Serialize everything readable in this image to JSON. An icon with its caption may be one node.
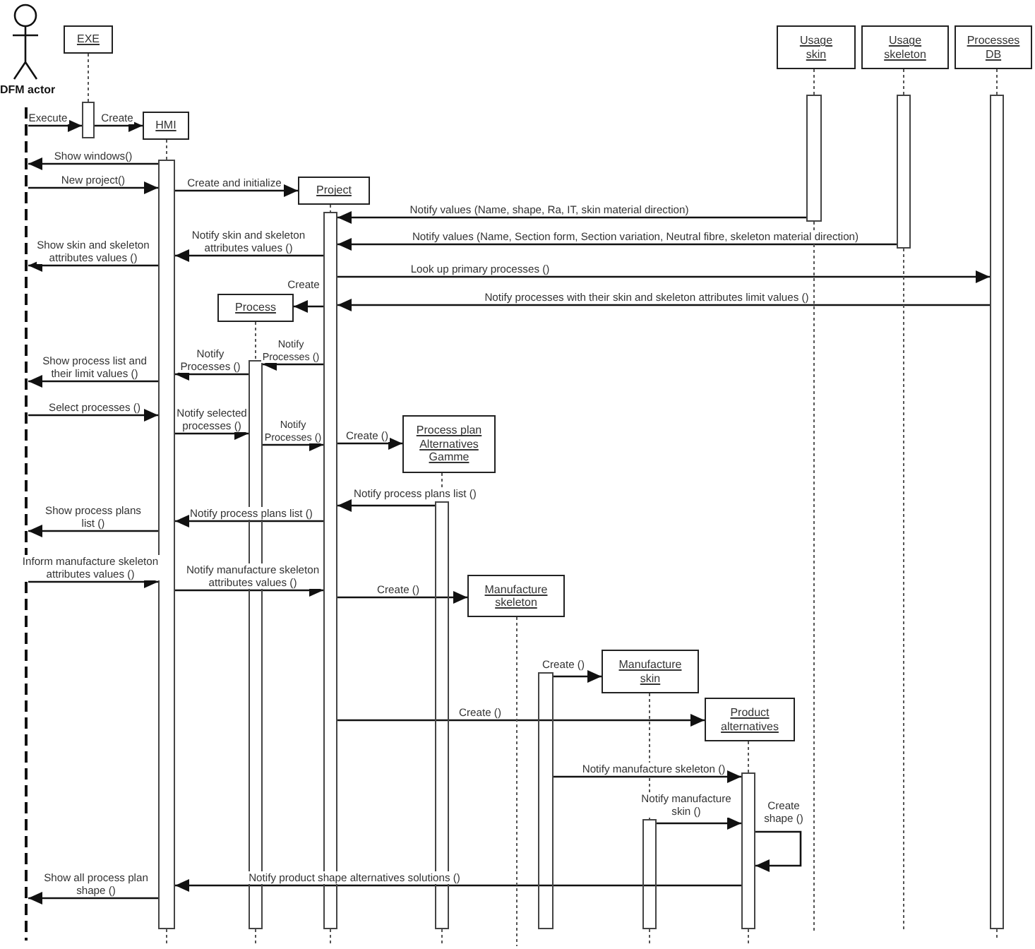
{
  "diagram": {
    "nodes": [
      {
        "text": [
          "DFM actor"
        ]
      },
      {
        "text": [
          "EXE"
        ]
      },
      {
        "text": [
          "Usage skin"
        ]
      },
      {
        "text": [
          "Usage skeleton"
        ]
      },
      {
        "text": [
          "Processes DB"
        ]
      },
      {
        "text": [
          "HMI"
        ]
      },
      {
        "text": [
          "Project"
        ]
      },
      {
        "text": [
          "Process"
        ]
      },
      {
        "text": [
          "Process plan Alternatives Gamme"
        ]
      },
      {
        "text": [
          "Manufacture skeleton"
        ]
      },
      {
        "text": [
          "Manufacture skin"
        ]
      },
      {
        "text": [
          "Product alternatives"
        ]
      },
      {
        "text": [],
        "shape": "line"
      },
      {
        "text": [],
        "shape": "bar"
      },
      {
        "text": [],
        "shape": "bar"
      },
      {
        "text": [],
        "shape": "bar"
      },
      {
        "text": [],
        "shape": "bar"
      },
      {
        "text": [],
        "shape": "bar"
      },
      {
        "text": [],
        "shape": "bar"
      },
      {
        "text": [],
        "shape": "bar"
      },
      {
        "text": [],
        "shape": "bar"
      },
      {
        "text": [],
        "shape": "bar"
      },
      {
        "text": [],
        "shape": "bar"
      },
      {
        "text": [],
        "shape": "bar"
      }
    ],
    "edges": [
      {
        "from": 12,
        "to": 13,
        "arrow": "to",
        "label": "Execute"
      },
      {
        "from": 13,
        "to": 5,
        "arrow": "to",
        "label": "Create"
      },
      {
        "from": 14,
        "to": 12,
        "arrow": "to",
        "label": "Show windows()"
      },
      {
        "from": 12,
        "to": 14,
        "arrow": "to",
        "label": "New project()"
      },
      {
        "from": 14,
        "to": 6,
        "arrow": "to",
        "label": "Create and initialize"
      },
      {
        "from": 21,
        "to": 16,
        "arrow": "to",
        "label": "Notify values (Name, shape, Ra, IT, skin material direction)"
      },
      {
        "from": 22,
        "to": 16,
        "arrow": "to",
        "label": "Notify values (Name, Section form, Section variation, Neutral fibre, skeleton material direction)"
      },
      {
        "from": 16,
        "to": 14,
        "arrow": "to",
        "label": "Notify skin and skeleton attributes values ()"
      },
      {
        "from": 14,
        "to": 12,
        "arrow": "to",
        "label": "Show skin and skeleton attributes values ()"
      },
      {
        "from": 16,
        "to": 23,
        "arrow": "to",
        "label": "Look up primary processes ()"
      },
      {
        "from": 16,
        "to": 7,
        "arrow": "to",
        "label": "Create"
      },
      {
        "from": 23,
        "to": 16,
        "arrow": "to",
        "label": "Notify processes with their skin and skeleton attributes limit values ()"
      },
      {
        "from": 16,
        "to": 15,
        "arrow": "to",
        "label": "Notify Processes ()"
      },
      {
        "from": 15,
        "to": 14,
        "arrow": "to",
        "label": "Notify Processes ()"
      },
      {
        "from": 14,
        "to": 12,
        "arrow": "to",
        "label": "Show process list and their limit values ()"
      },
      {
        "from": 12,
        "to": 14,
        "arrow": "to",
        "label": "Select processes ()"
      },
      {
        "from": 14,
        "to": 15,
        "arrow": "to",
        "label": "Notify selected processes ()"
      },
      {
        "from": 15,
        "to": 16,
        "arrow": "to",
        "label": "Notify Processes ()"
      },
      {
        "from": 16,
        "to": 8,
        "arrow": "to",
        "label": "Create ()"
      },
      {
        "from": 17,
        "to": 16,
        "arrow": "to",
        "label": "Notify process plans list ()"
      },
      {
        "from": 16,
        "to": 14,
        "arrow": "to",
        "label": "Notify process plans list ()"
      },
      {
        "from": 14,
        "to": 12,
        "arrow": "to",
        "label": "Show process plans list ()"
      },
      {
        "from": 12,
        "to": 14,
        "arrow": "to",
        "label": "Inform manufacture skeleton attributes values ()"
      },
      {
        "from": 14,
        "to": 16,
        "arrow": "to",
        "label": "Notify manufacture skeleton attributes values ()"
      },
      {
        "from": 16,
        "to": 9,
        "arrow": "to",
        "label": "Create ()"
      },
      {
        "from": 18,
        "to": 10,
        "arrow": "to",
        "label": "Create ()"
      },
      {
        "from": 16,
        "to": 11,
        "arrow": "to",
        "label": "Create ()"
      },
      {
        "from": 18,
        "to": 20,
        "arrow": "to",
        "label": "Notify manufacture skeleton ()"
      },
      {
        "from": 19,
        "to": 20,
        "arrow": "to",
        "label": "Notify manufacture skin ()"
      },
      {
        "from": 20,
        "to": 20,
        "arrow": "to",
        "label": "Create shape ()"
      },
      {
        "from": 20,
        "to": 14,
        "arrow": "to",
        "label": "Notify product shape alternatives solutions ()"
      },
      {
        "from": 14,
        "to": 12,
        "arrow": "to",
        "label": "Show all process plan shape ()"
      },
      {
        "from": 1,
        "to": 13,
        "arrow": "none",
        "style": "dashed"
      },
      {
        "from": 5,
        "to": 14,
        "arrow": "none",
        "style": "dashed"
      },
      {
        "from": 6,
        "to": 16,
        "arrow": "none",
        "style": "dashed"
      },
      {
        "from": 7,
        "to": 15,
        "arrow": "none",
        "style": "dashed"
      },
      {
        "from": 8,
        "to": 17,
        "arrow": "none",
        "style": "dashed"
      },
      {
        "from": 9,
        "to": null,
        "arrow": "none",
        "style": "dashed"
      },
      {
        "from": 10,
        "to": 19,
        "arrow": "none",
        "style": "dashed"
      },
      {
        "from": 11,
        "to": 20,
        "arrow": "none",
        "style": "dashed"
      },
      {
        "from": 2,
        "to": 21,
        "arrow": "none",
        "style": "dashed"
      },
      {
        "from": 3,
        "to": 22,
        "arrow": "none",
        "style": "dashed"
      },
      {
        "from": 4,
        "to": 23,
        "arrow": "none",
        "style": "dashed"
      },
      {
        "from": 14,
        "to": null,
        "arrow": "none",
        "style": "dashed"
      },
      {
        "from": 15,
        "to": null,
        "arrow": "none",
        "style": "dashed"
      },
      {
        "from": 16,
        "to": null,
        "arrow": "none",
        "style": "dashed"
      },
      {
        "from": 17,
        "to": null,
        "arrow": "none",
        "style": "dashed"
      },
      {
        "from": 19,
        "to": null,
        "arrow": "none",
        "style": "dashed"
      },
      {
        "from": 20,
        "to": null,
        "arrow": "none",
        "style": "dashed"
      },
      {
        "from": 21,
        "to": null,
        "arrow": "none",
        "style": "dashed"
      },
      {
        "from": 22,
        "to": null,
        "arrow": "none",
        "style": "dashed"
      },
      {
        "from": 23,
        "to": null,
        "arrow": "none",
        "style": "dashed"
      }
    ]
  }
}
